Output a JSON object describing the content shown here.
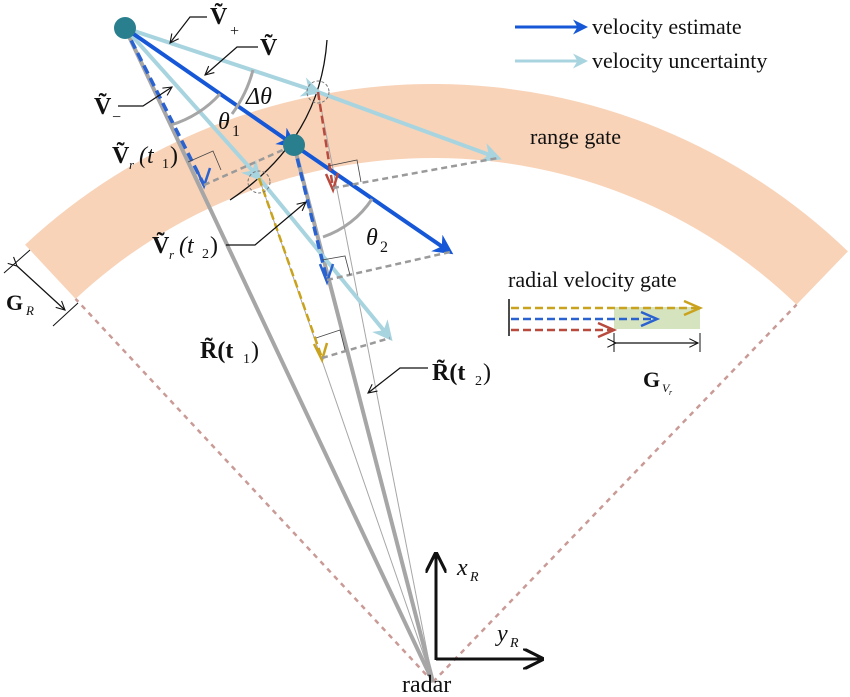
{
  "legend": {
    "items": [
      {
        "label": "velocity estimate",
        "color": "#1557d6"
      },
      {
        "label": "velocity uncertainty",
        "color": "#a8d4e0"
      }
    ]
  },
  "labels": {
    "v_plus": "Ṽ",
    "v_plus_sub": "+",
    "v": "Ṽ",
    "v_minus": "Ṽ",
    "v_minus_sub": "−",
    "delta_theta": "Δθ",
    "theta1": "θ",
    "theta1_sub": "1",
    "theta2": "θ",
    "theta2_sub": "2",
    "vr_t1": "Ṽ",
    "vr_t1_sub": "r",
    "vr_t1_arg": "(t",
    "vr_t1_arg_sub": "1",
    "vr_t1_close": ")",
    "vr_t2": "Ṽ",
    "vr_t2_sub": "r",
    "vr_t2_arg": "(t",
    "vr_t2_arg_sub": "2",
    "vr_t2_close": ")",
    "r_t1": "R̃(t",
    "r_t1_sub": "1",
    "r_t1_close": ")",
    "r_t2": "R̃(t",
    "r_t2_sub": "2",
    "r_t2_close": ")",
    "g_r": "G",
    "g_r_sub": "R",
    "g_vr": "G",
    "g_vr_sub": "V",
    "g_vr_subsub": "r",
    "range_gate": "range gate",
    "radial_velocity_gate": "radial velocity gate",
    "x_axis": "x",
    "x_axis_sub": "R",
    "y_axis": "y",
    "y_axis_sub": "R",
    "radar": "radar"
  },
  "colors": {
    "range_gate_fill": "#f8d3b8",
    "velocity_gate_fill": "#d6e3bf",
    "velocity_estimate": "#1557d6",
    "velocity_uncertainty": "#a8d4e0",
    "target": "#2a7f8e",
    "range_line": "#a6a6a6",
    "sector_boundary": "#c99a96",
    "radial_velocity_yellow": "#c9a21e",
    "radial_velocity_blue": "#2a62d0",
    "radial_velocity_red": "#b84a3e"
  }
}
